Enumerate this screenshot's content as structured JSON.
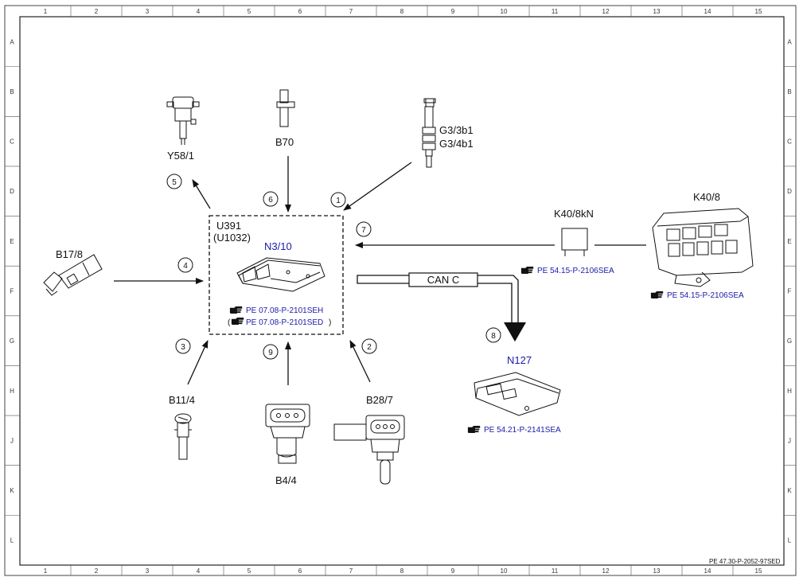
{
  "frame": {
    "columns": [
      "1",
      "2",
      "3",
      "4",
      "5",
      "6",
      "7",
      "8",
      "9",
      "10",
      "11",
      "12",
      "13",
      "14",
      "15"
    ],
    "rows": [
      "A",
      "B",
      "C",
      "D",
      "E",
      "F",
      "G",
      "H",
      "J",
      "K",
      "L"
    ],
    "doc_code": "PE 47.30-P-2052-97SED"
  },
  "control_unit": {
    "title": "U391",
    "subtitle": "(U1032)",
    "name": "N3/10",
    "refs": [
      "PE 07.08-P-2101SEH",
      "PE 07.08-P-2101SED"
    ]
  },
  "components": {
    "y58_1": "Y58/1",
    "b70": "B70",
    "g3_3b1": "G3/3b1",
    "g3_4b1": "G3/4b1",
    "b17_8": "B17/8",
    "b11_4": "B11/4",
    "b4_4": "B4/4",
    "b28_7": "B28/7",
    "k40_8kn": "K40/8kN",
    "k40_8kn_ref": "PE 54.15-P-2106SEA",
    "k40_8": "K40/8",
    "k40_8_ref": "PE 54.15-P-2106SEA",
    "n127": "N127",
    "n127_ref": "PE 54.21-P-2141SEA",
    "can": "CAN C"
  },
  "signals": [
    "1",
    "2",
    "3",
    "4",
    "5",
    "6",
    "7",
    "8",
    "9"
  ]
}
